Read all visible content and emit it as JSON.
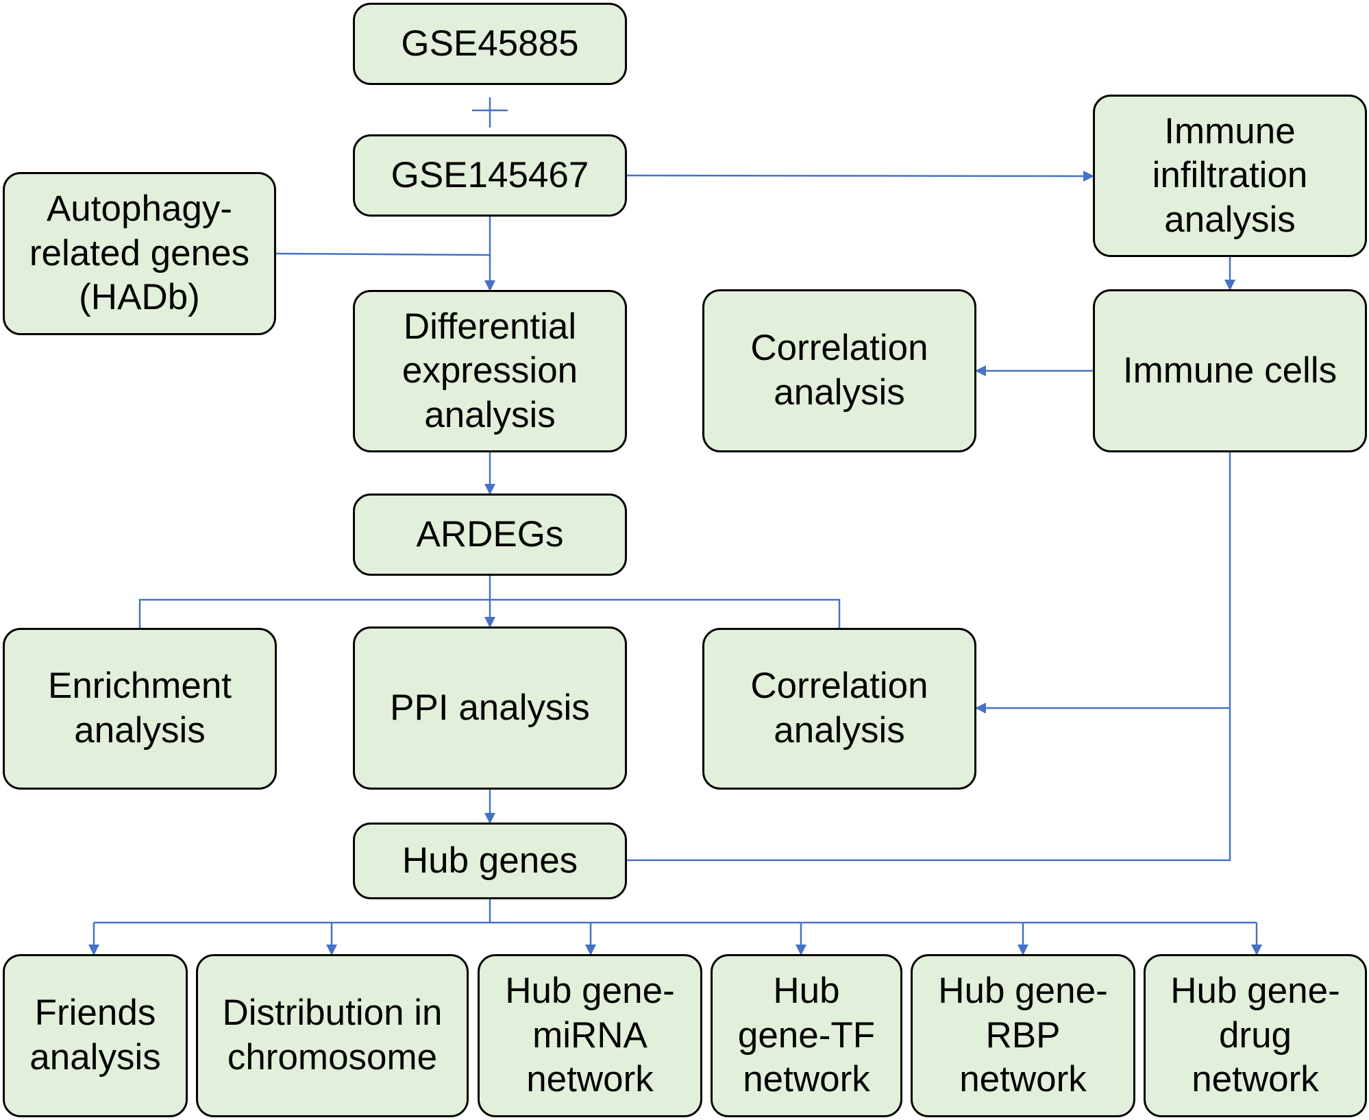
{
  "colors": {
    "box_fill": "#e2efda",
    "box_border": "#000000",
    "connector": "#4472c4"
  },
  "nodes": {
    "gse45885": "GSE45885",
    "gse145467": "GSE145467",
    "autophagy": "Autophagy-\nrelated genes\n(HADb)",
    "deg": "Differential\nexpression\nanalysis",
    "immune_infiltration": "Immune\ninfiltration\nanalysis",
    "immune_cells": "Immune cells",
    "correlation_top": "Correlation\nanalysis",
    "ardegs": "ARDEGs",
    "enrichment": "Enrichment\nanalysis",
    "ppi": "PPI analysis",
    "correlation_mid": "Correlation\nanalysis",
    "hub_genes": "Hub genes",
    "friends": "Friends\nanalysis",
    "chromosome": "Distribution in\nchromosome",
    "mirna": "Hub gene-\nmiRNA\nnetwork",
    "tf": "Hub\ngene-TF\nnetwork",
    "rbp": "Hub gene-\nRBP\nnetwork",
    "drug": "Hub gene-\ndrug\nnetwork"
  }
}
